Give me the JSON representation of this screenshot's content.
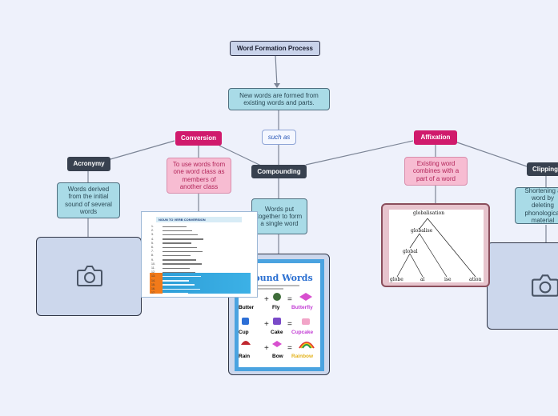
{
  "root": {
    "label": "Word Formation Process"
  },
  "definition": {
    "text": "New words are formed from existing words and parts."
  },
  "connector": {
    "label": "such as"
  },
  "conversion": {
    "label": "Conversion",
    "description": "To use words from one word class as members of another class"
  },
  "acronymy": {
    "label": "Acronymy",
    "description": "Words derived from the initial sound of several words"
  },
  "compounding": {
    "label": "Compounding",
    "description": "Words put together to form a single word"
  },
  "affixation": {
    "label": "Affixation",
    "description": "Existing word combines with a part of a word"
  },
  "clipping": {
    "label": "Clipping",
    "description": "Shortening a word by deleting phonological material"
  },
  "conversion_image": {
    "title": "NOUN TO VERB CONVERSION",
    "rows": [
      "1.",
      "2.",
      "3.",
      "4.",
      "5.",
      "6.",
      "7.",
      "8.",
      "9.",
      "10.",
      "11.",
      "12.",
      "13.",
      "14.",
      "15.",
      "16.",
      "17."
    ]
  },
  "compound_image": {
    "title": "mpound Words",
    "rows": [
      {
        "left": "Butter",
        "mid": "Fly",
        "result": "Butterfly",
        "result_color": "#c23bd4"
      },
      {
        "left": "Cup",
        "mid": "Cake",
        "result": "Cupcake",
        "result_color": "#c23bd4"
      },
      {
        "left": "Rain",
        "mid": "Bow",
        "result": "Rainbow",
        "result_color": "#e3b21a"
      }
    ]
  },
  "affix_tree": {
    "labels": [
      "globalisation",
      "globalise",
      "global",
      "globe",
      "al",
      "ise",
      "ation"
    ]
  },
  "icons": {
    "camera": "camera-icon"
  }
}
